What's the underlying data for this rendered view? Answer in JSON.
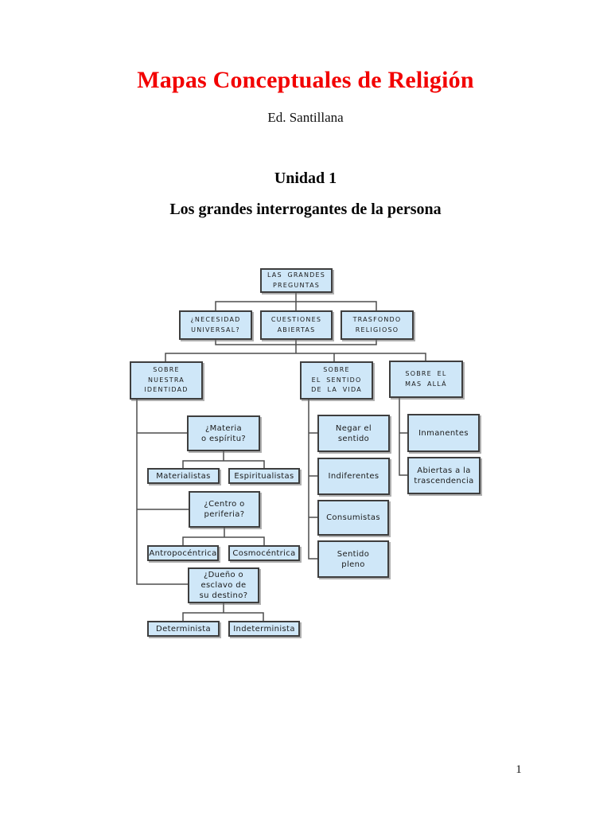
{
  "document": {
    "title": "Mapas Conceptuales de Religión",
    "publisher": "Ed. Santillana",
    "unit_heading": "Unidad 1",
    "unit_subheading": "Los grandes interrogantes de la persona",
    "page_number": "1",
    "colors": {
      "title_red": "#f20000",
      "node_fill": "#cfe7f8",
      "node_border": "#3e3e3e",
      "connector": "#4d4d4d",
      "background": "#ffffff"
    }
  },
  "concept_map": {
    "nodes": [
      {
        "id": "las-grandes-preguntas",
        "label": "LAS GRANDES\nPREGUNTAS"
      },
      {
        "id": "necesidad-universal",
        "label": "¿NECESIDAD\nUNIVERSAL?"
      },
      {
        "id": "cuestiones-abiertas",
        "label": "CUESTIONES\nABIERTAS"
      },
      {
        "id": "trasfondo-religioso",
        "label": "TRASFONDO\nRELIGIOSO"
      },
      {
        "id": "sobre-nuestra-identidad",
        "label": "SOBRE\nNUESTRA\nIDENTIDAD"
      },
      {
        "id": "sobre-el-sentido-de-la-vida",
        "label": "SOBRE\nEL SENTIDO\nDE LA VIDA"
      },
      {
        "id": "sobre-el-mas-alla",
        "label": "SOBRE EL\nMAS ALLÁ"
      },
      {
        "id": "materia-o-espiritu",
        "label": "¿Materia\no espíritu?"
      },
      {
        "id": "materialistas",
        "label": "Materialistas"
      },
      {
        "id": "espiritualistas",
        "label": "Espiritualistas"
      },
      {
        "id": "centro-o-periferia",
        "label": "¿Centro o\nperiferia?"
      },
      {
        "id": "antropocentrica",
        "label": "Antropocéntrica"
      },
      {
        "id": "cosmocentrica",
        "label": "Cosmocéntrica"
      },
      {
        "id": "dueno-o-esclavo",
        "label": "¿Dueño o\nesclavo de\nsu destino?"
      },
      {
        "id": "determinista",
        "label": "Determinista"
      },
      {
        "id": "indeterminista",
        "label": "Indeterminista"
      },
      {
        "id": "negar-el-sentido",
        "label": "Negar el\nsentido"
      },
      {
        "id": "indiferentes",
        "label": "Indiferentes"
      },
      {
        "id": "consumistas",
        "label": "Consumistas"
      },
      {
        "id": "sentido-pleno",
        "label": "Sentido\npleno"
      },
      {
        "id": "inmanentes",
        "label": "Inmanentes"
      },
      {
        "id": "abiertas-a-la-trascendencia",
        "label": "Abiertas a la\ntrascendencia"
      }
    ]
  }
}
